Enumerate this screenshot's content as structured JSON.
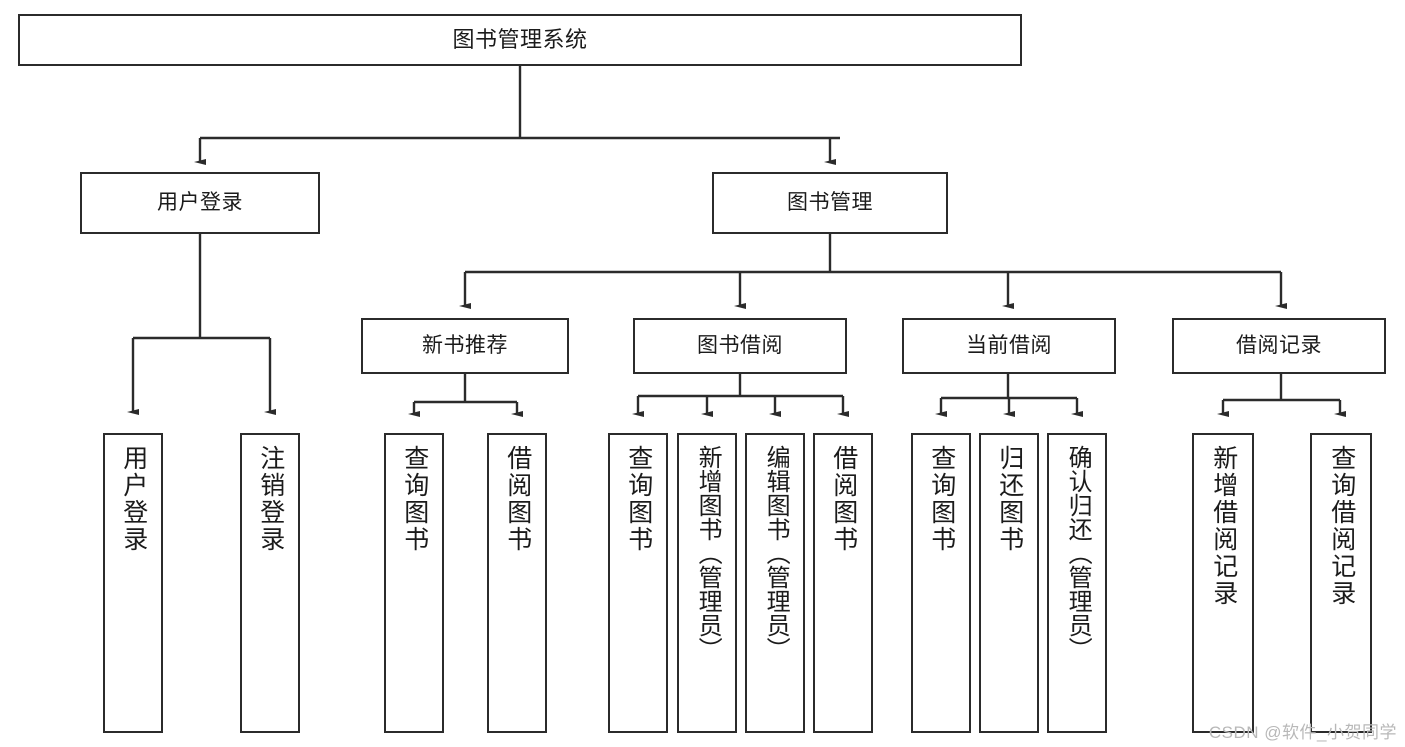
{
  "diagram": {
    "type": "tree-hierarchy",
    "title": "图书管理系统",
    "watermark": "CSDN @软件_小贺同学",
    "colors": {
      "box_border": "#2b2b2b",
      "box_fill": "#ffffff",
      "connector": "#2b2b2b",
      "text": "#1b1b1b",
      "watermark": "#b8b8b8"
    },
    "levels": {
      "root": {
        "label": "图书管理系统"
      },
      "level2": [
        {
          "label": "用户登录"
        },
        {
          "label": "图书管理"
        }
      ],
      "level3": [
        {
          "label": "新书推荐"
        },
        {
          "label": "图书借阅"
        },
        {
          "label": "当前借阅"
        },
        {
          "label": "借阅记录"
        }
      ],
      "leaves": {
        "user_login": [
          {
            "label": "用户登录"
          },
          {
            "label": "注销登录"
          }
        ],
        "new_book_recommend": [
          {
            "label": "查询图书"
          },
          {
            "label": "借阅图书"
          }
        ],
        "book_borrow": [
          {
            "label": "查询图书"
          },
          {
            "label": "新增图书（管理员）"
          },
          {
            "label": "编辑图书（管理员）"
          },
          {
            "label": "借阅图书"
          }
        ],
        "current_borrow": [
          {
            "label": "查询图书"
          },
          {
            "label": "归还图书"
          },
          {
            "label": "确认归还（管理员）"
          }
        ],
        "borrow_records": [
          {
            "label": "新增借阅记录"
          },
          {
            "label": "查询借阅记录"
          }
        ]
      }
    }
  }
}
